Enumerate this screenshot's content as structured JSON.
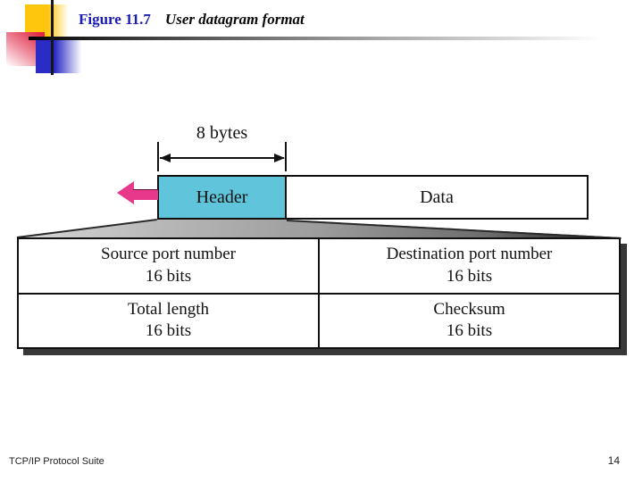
{
  "header": {
    "figure_label": "Figure 11.7",
    "figure_title": "User datagram format"
  },
  "diagram": {
    "measure_label": "8 bytes",
    "header_label": "Header",
    "data_label": "Data",
    "rows": [
      {
        "cells": [
          {
            "name": "Source port number",
            "size": "16 bits"
          },
          {
            "name": "Destination port number",
            "size": "16 bits"
          }
        ]
      },
      {
        "cells": [
          {
            "name": "Total length",
            "size": "16 bits"
          },
          {
            "name": "Checksum",
            "size": "16 bits"
          }
        ]
      }
    ]
  },
  "footer": {
    "book_title": "TCP/IP Protocol Suite",
    "page_number": "14"
  },
  "colors": {
    "header_fill": "#60c4db",
    "arrow_pink": "#e8388c",
    "figure_label_blue": "#1b1bb5"
  }
}
